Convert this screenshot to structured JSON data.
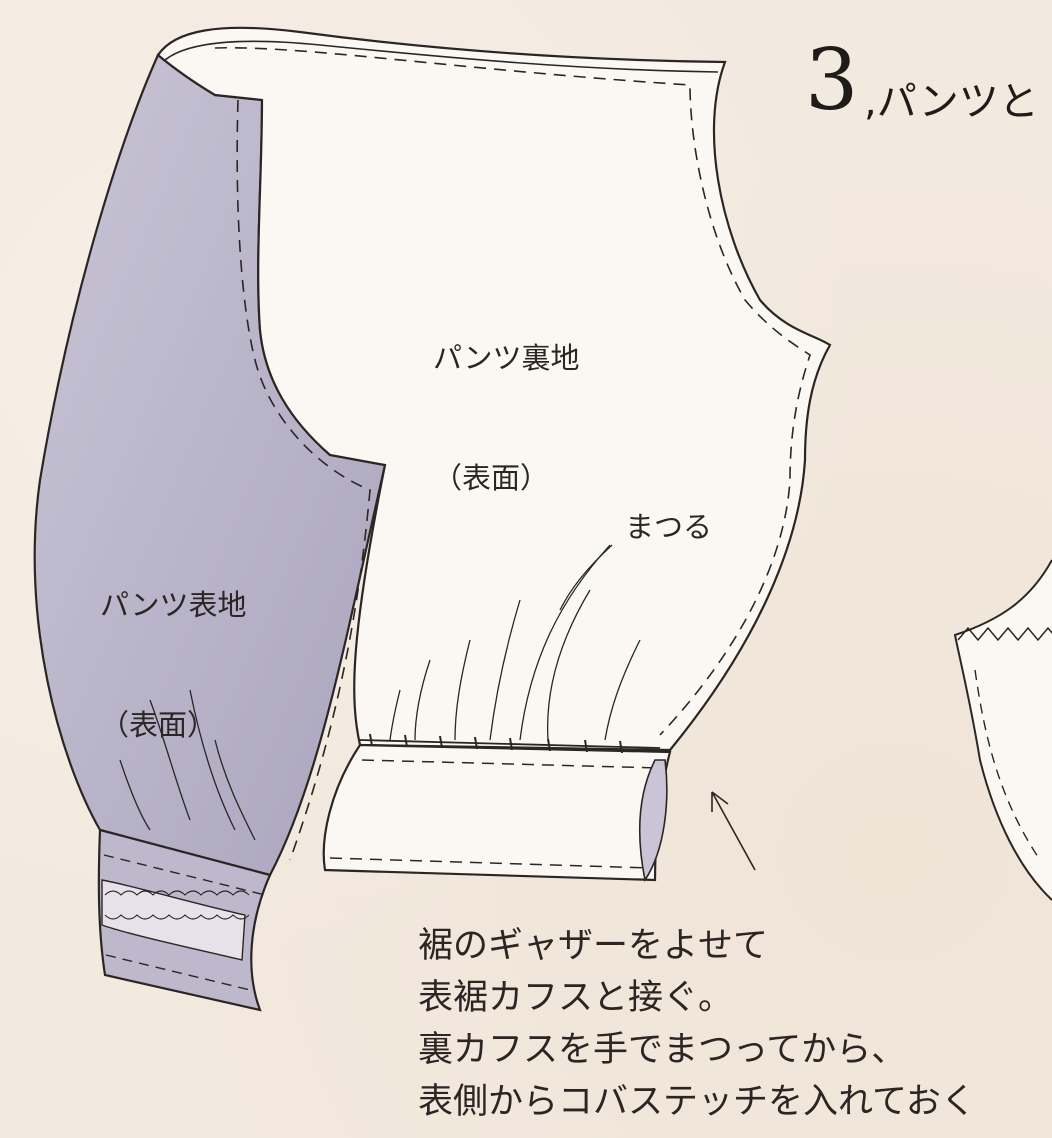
{
  "step": {
    "number": "3",
    "title": ",パンツと"
  },
  "labels": {
    "lining": [
      "パンツ裏地",
      "（表面）"
    ],
    "outer": [
      "パンツ表地",
      "（表面）"
    ],
    "matsuru": "まつる"
  },
  "instructions": [
    "裾のギャザーをよせて",
    "表裾カフスと接ぐ。",
    "裏カフスを手でまつってから、",
    "表側からコバステッチを入れておく"
  ],
  "colors": {
    "background": "#f2e9df",
    "outer_fabric": "#bdb8cc",
    "lining_fabric": "#fbf8f4",
    "ink": "#2b2623"
  }
}
